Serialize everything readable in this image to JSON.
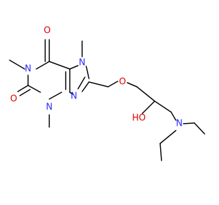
{
  "molecule": {
    "atoms": {
      "o_top": "O",
      "o_left": "O",
      "o_ether": "O",
      "oh": "HO",
      "n1": "N",
      "n3": "N",
      "n7": "N",
      "n9": "N",
      "n_amine": "N"
    },
    "colors": {
      "oxygen": "#e00000",
      "nitrogen": "#2a2aff",
      "carbon": "#000000"
    }
  }
}
